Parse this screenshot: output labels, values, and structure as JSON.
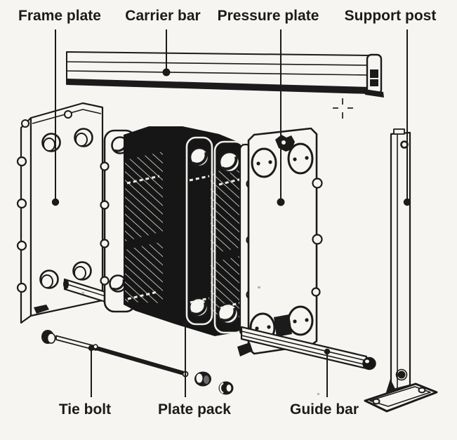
{
  "colors": {
    "paper": "#f6f5f1",
    "ink": "#1b1b1b",
    "hatch": "#dcd8d1"
  },
  "diagram": {
    "type": "exploded-parts-diagram",
    "labels": {
      "frame_plate": "Frame plate",
      "carrier_bar": "Carrier bar",
      "pressure_plate": "Pressure plate",
      "support_post": "Support post",
      "tie_bolt": "Tie bolt",
      "plate_pack": "Plate pack",
      "guide_bar": "Guide bar"
    }
  }
}
